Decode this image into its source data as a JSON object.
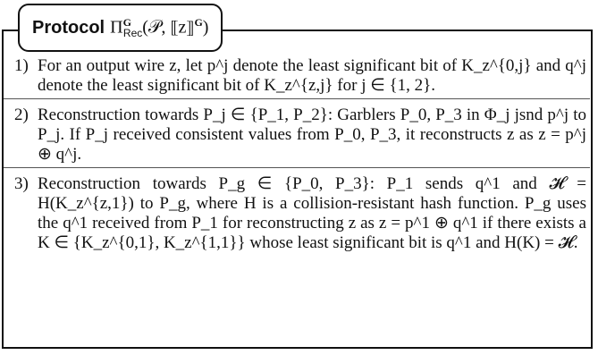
{
  "protocol": {
    "title_bold": "Protocol",
    "title_math": "Π",
    "title_sub": "Rec",
    "title_sup": "G",
    "title_args": "(𝒫, ⟦z⟧",
    "title_args_sup": "G",
    "title_close": ")"
  },
  "steps": [
    {
      "number": "1)",
      "text": "For an output wire z, let p^j denote the least significant bit of K_z^{0,j} and q^j denote the least significant bit of K_z^{z,j} for j ∈ {1, 2}."
    },
    {
      "number": "2)",
      "text": "Reconstruction towards P_j ∈ {P_1, P_2}: Garblers P_0, P_3 in Φ_j jsnd p^j to P_j. If P_j received consistent values from P_0, P_3, it reconstructs z as z = p^j ⊕ q^j."
    },
    {
      "number": "3)",
      "text": "Reconstruction towards P_g ∈ {P_0, P_3}: P_1 sends q^1 and 𝓗 = H(K_z^{z,1}) to P_g, where H is a collision-resistant hash function. P_g uses the q^1 received from P_1 for reconstructing z as z = p^1 ⊕ q^1 if there exists a K ∈ {K_z^{0,1}, K_z^{1,1}} whose least significant bit is q^1 and H(K) = 𝓗."
    }
  ]
}
